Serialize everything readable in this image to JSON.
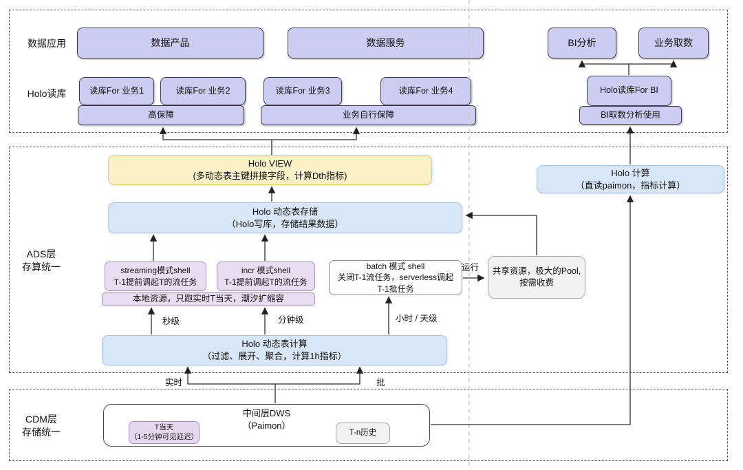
{
  "top": {
    "row1_label": "数据应用",
    "row2_label": "Holo读库",
    "data_product": "数据产品",
    "data_service": "数据服务",
    "bi_analysis": "BI分析",
    "biz_fetch": "业务取数",
    "read_db_1": "读库For 业务1",
    "read_db_2": "读库For 业务2",
    "read_db_3": "读库For 业务3",
    "read_db_4": "读库For 业务4",
    "read_db_bi": "Holo读库For BI",
    "bar_high": "高保障",
    "bar_self": "业务自行保障",
    "bar_bi": "BI取数分析使用"
  },
  "ads": {
    "label1": "ADS层",
    "label2": "存算统一",
    "holo_view1": "Holo VIEW",
    "holo_view2": "(多动态表主键拼接字段，计算Dth指标)",
    "holo_calc1": "Holo 计算",
    "holo_calc2": "（直读paimon，指标计算）",
    "dyn_store1": "Holo 动态表存储",
    "dyn_store2": "（Holo写库，存储结果数据）",
    "streaming1": "streaming模式shell",
    "streaming2": "T-1提前调起T的流任务",
    "incr1": "incr 模式shell",
    "incr2": "T-1提前调起T的流任务",
    "local_bar": "本地资源，只跑实时T当天，潮汐扩缩容",
    "batch1": "batch 模式 shell",
    "batch2": "关闭T-1流任务，serverless调起",
    "batch3": "T-1批任务",
    "pool1": "共享资源，极大的Pool,",
    "pool2": "按需收费",
    "dyn_calc1": "Holo 动态表计算",
    "dyn_calc2": "（过滤、展开、聚合，计算1h指标）",
    "lbl_run": "运行",
    "lbl_sec": "秒级",
    "lbl_min": "分钟级",
    "lbl_hour": "小时 / 天级",
    "lbl_rt": "实时",
    "lbl_batch": "批"
  },
  "cdm": {
    "label1": "CDM层",
    "label2": "存储统一",
    "dws1": "中间层DWS",
    "dws2": "（Paimon）",
    "t_today1": "T当天",
    "t_today2": "（1-5分钟可见延迟）",
    "t_history": "T-n历史"
  }
}
